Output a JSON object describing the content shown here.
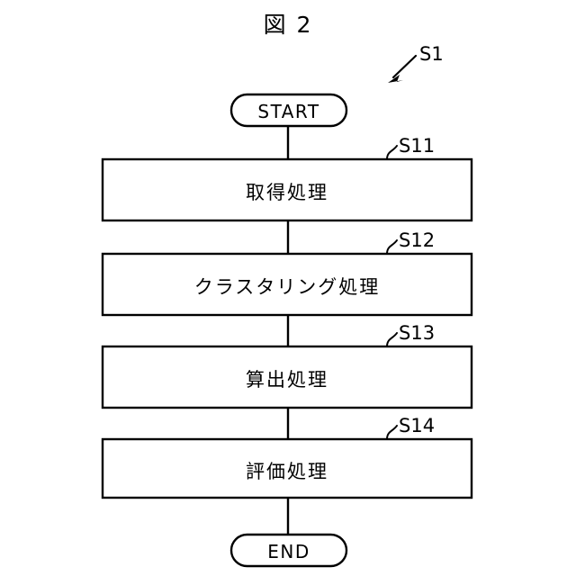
{
  "figure": {
    "title": "図 2",
    "overall_ref": "S1"
  },
  "flow": {
    "start": {
      "label": "START",
      "shape": "stadium"
    },
    "end": {
      "label": "END",
      "shape": "stadium"
    },
    "steps": [
      {
        "ref": "S11",
        "label": "取得処理"
      },
      {
        "ref": "S12",
        "label": "クラスタリング処理"
      },
      {
        "ref": "S13",
        "label": "算出処理"
      },
      {
        "ref": "S14",
        "label": "評価処理"
      }
    ]
  },
  "style": {
    "stroke": "#000000",
    "fill": "#ffffff",
    "background": "#ffffff"
  }
}
